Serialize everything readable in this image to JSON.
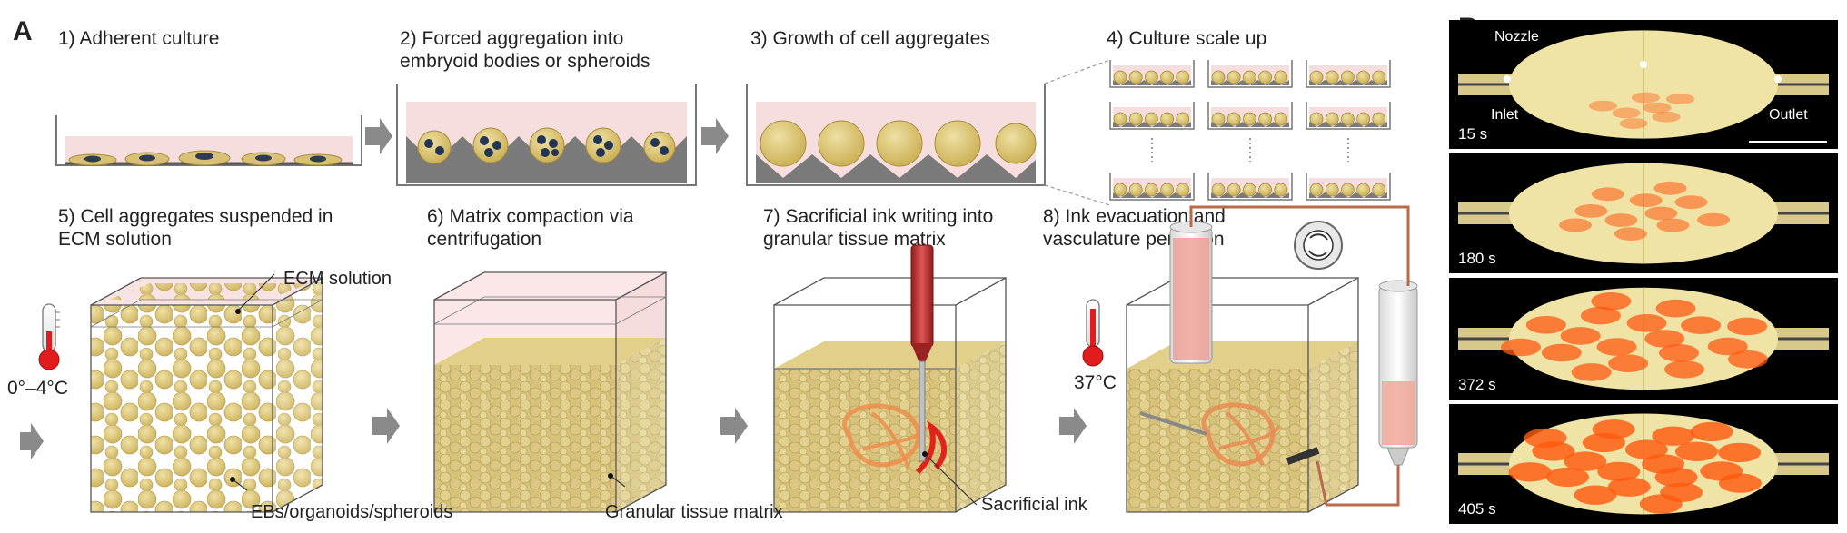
{
  "panel_a": {
    "letter": "A",
    "steps": [
      "1) Adherent culture",
      "2) Forced aggregation into embryoid bodies or spheroids",
      "3) Growth of cell aggregates",
      "4) Culture scale up",
      "5) Cell aggregates suspended in ECM solution",
      "6) Matrix compaction via centrifugation",
      "7) Sacrificial ink writing into granular tissue matrix",
      "8) Ink evacuation and vasculature perfusion"
    ],
    "labels": {
      "ecm_solution": "ECM solution",
      "ebs": "EBs/organoids/spheroids",
      "granular_matrix": "Granular tissue matrix",
      "sacrificial_ink": "Sacrificial ink",
      "temp_cold": "0°–4°C",
      "temp_warm": "37°C"
    }
  },
  "panel_b": {
    "letter": "B",
    "labels": {
      "nozzle": "Nozzle",
      "inlet": "Inlet",
      "outlet": "Outlet"
    },
    "frames": [
      {
        "time": "15 s",
        "level": 0.15
      },
      {
        "time": "180 s",
        "level": 0.4
      },
      {
        "time": "372 s",
        "level": 0.8
      },
      {
        "time": "405 s",
        "level": 0.95
      }
    ]
  },
  "colors": {
    "cell": "#d9c26a",
    "tray": "#7a7a7a",
    "ink": "#e0241c",
    "medium": "#f6dede"
  }
}
